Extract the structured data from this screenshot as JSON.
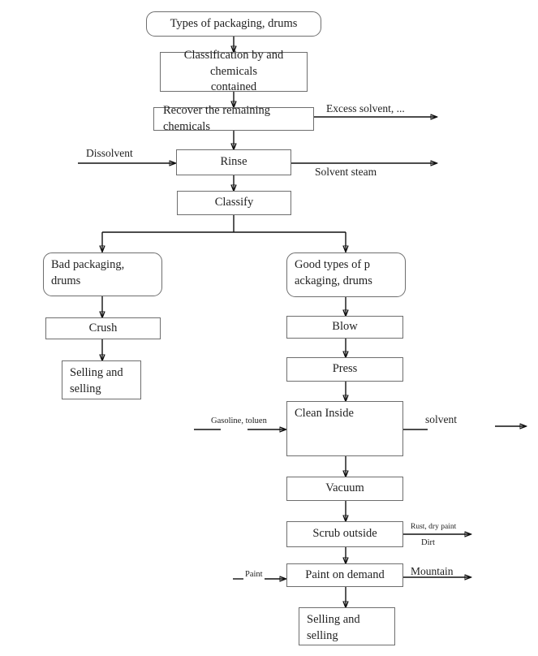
{
  "diagram": {
    "title": "Packaging and drum recycling process flowchart",
    "nodes": [
      {
        "id": "types",
        "label": "Types of packaging, drums"
      },
      {
        "id": "classification",
        "label": "Classification by and chemicals\ncontained"
      },
      {
        "id": "recover",
        "label": "Recover the remaining chemicals"
      },
      {
        "id": "rinse",
        "label": "Rinse"
      },
      {
        "id": "classify",
        "label": "Classify"
      },
      {
        "id": "bad",
        "label": "Bad packaging,\ndrums"
      },
      {
        "id": "crush",
        "label": "Crush"
      },
      {
        "id": "sell_left",
        "label": "Selling and\nselling"
      },
      {
        "id": "good",
        "label": "Good types of p\nackaging, drums"
      },
      {
        "id": "blow",
        "label": "Blow"
      },
      {
        "id": "press",
        "label": "Press"
      },
      {
        "id": "clean_inside",
        "label": "Clean Inside"
      },
      {
        "id": "vacuum",
        "label": "Vacuum"
      },
      {
        "id": "scrub",
        "label": "Scrub outside"
      },
      {
        "id": "paint",
        "label": "Paint on demand"
      },
      {
        "id": "sell_right",
        "label": "Selling and\nselling"
      }
    ],
    "edge_labels": {
      "excess_solvent": "Excess solvent, ...",
      "dissolvent": "Dissolvent",
      "solvent_steam": "Solvent steam",
      "gasoline_toluen": "Gasoline, toluen",
      "solvent": "solvent",
      "rust_dry_paint": "Rust, dry paint",
      "dirt": "Dirt",
      "paint_in": "Paint",
      "mountain": "Mountain"
    },
    "colors": {
      "box_border": "#6e6e6e",
      "line": "#111111",
      "text": "#1f1f1f",
      "background": "#ffffff"
    }
  }
}
